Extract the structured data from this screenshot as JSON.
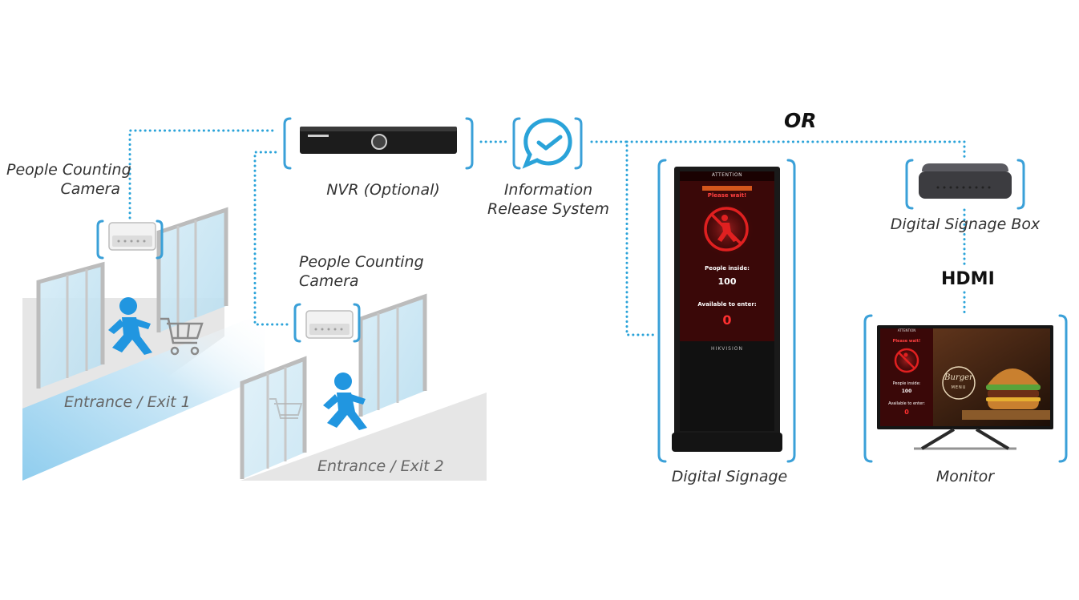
{
  "labels": {
    "camera_1": "People Counting\nCamera",
    "camera_2": "People Counting\nCamera",
    "nvr": "NVR (Optional)",
    "info_release": "Information\nRelease System",
    "digital_signage": "Digital Signage",
    "signage_box": "Digital Signage Box",
    "monitor": "Monitor",
    "entrance_1": "Entrance / Exit 1",
    "entrance_2": "Entrance / Exit 2",
    "or": "OR",
    "hdmi": "HDMI"
  },
  "screen": {
    "header": "ATTENTION",
    "notice": "Please wait!",
    "people_inside_label": "People inside:",
    "people_inside_value": "100",
    "available_label": "Available to enter:",
    "available_value": "0",
    "brand": "HIKVISION"
  },
  "monitor_screen": {
    "menu_text": "Burger",
    "menu_sub": "MENU"
  },
  "colors": {
    "accent": "#2aa3d9",
    "person": "#2196e0",
    "alert_red": "#e02020",
    "screen_bg": "#3a0808",
    "bracket": "#3aa0d8"
  }
}
